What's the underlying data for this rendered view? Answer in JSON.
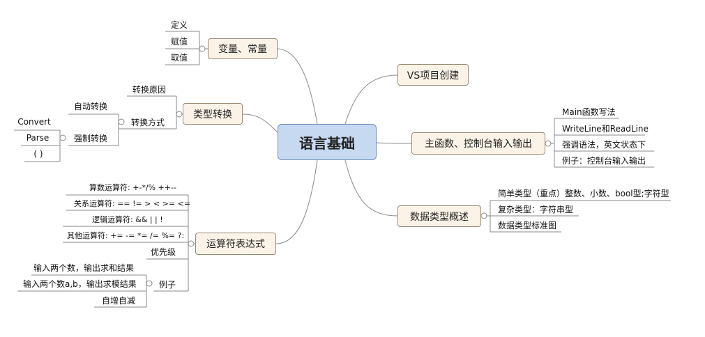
{
  "root": "语言基础",
  "topics": {
    "variables": "变量、常量",
    "type_conversion": "类型转换",
    "operators": "运算符表达式",
    "vs_project": "VS项目创建",
    "main_console": "主函数、控制台输入输出",
    "data_types": "数据类型概述"
  },
  "variables_children": [
    "定义",
    "赋值",
    "取值"
  ],
  "type_conversion_children": {
    "reason": "转换原因",
    "method": "转换方式",
    "auto": "自动转换",
    "forced": "强制转换",
    "forced_children": [
      "Convert",
      "Parse",
      "( )"
    ]
  },
  "operators_children": {
    "arithmetic": "算数运算符:  +-*/% ++--",
    "relational": "关系运算符:  == != > < >= <=",
    "logical": "逻辑运算符:   &&  | |   !",
    "other": "其他运算符:   += -= *= /= %= ?:",
    "priority": "优先级",
    "example": "例子",
    "example_children": [
      "输入两个数，输出求和结果",
      "输入两个数a,b，输出求模结果",
      "自增自减"
    ]
  },
  "main_console_children": [
    "Main函数写法",
    "WriteLine和ReadLine",
    "强调语法，英文状态下",
    "例子：控制台输入输出"
  ],
  "data_types_children": [
    "简单类型（重点）整数、小数、bool型;字符型",
    "复杂类型：字符串型",
    "数据类型标准图"
  ]
}
